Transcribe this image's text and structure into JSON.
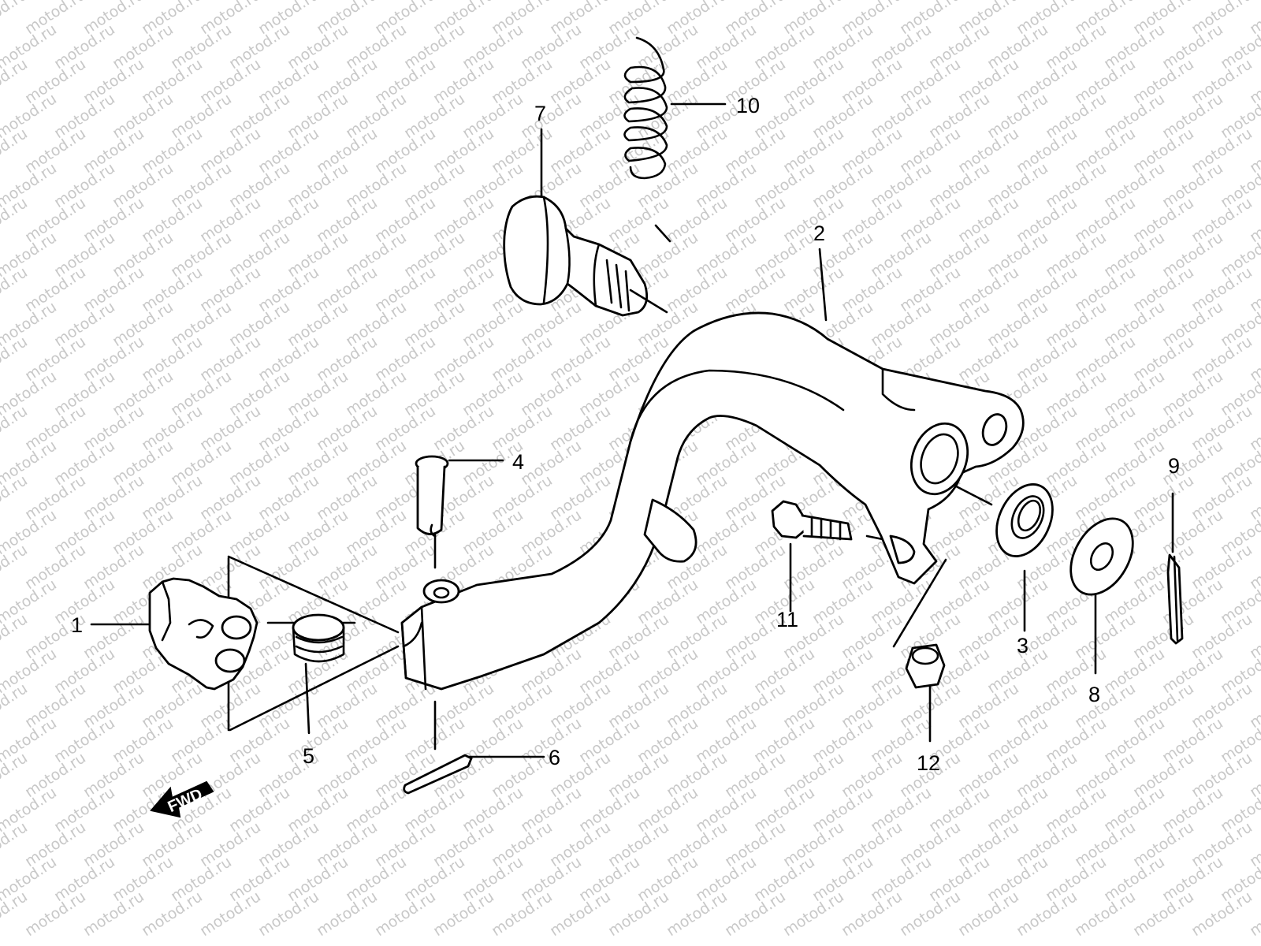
{
  "watermark": {
    "text": "motod.ru",
    "color": "#c8c8c8"
  },
  "direction_marker": {
    "label": "FWD",
    "icon": "left-down-arrow-icon"
  },
  "callouts": [
    {
      "id": "1",
      "label": "1"
    },
    {
      "id": "2",
      "label": "2"
    },
    {
      "id": "3",
      "label": "3"
    },
    {
      "id": "4",
      "label": "4"
    },
    {
      "id": "5",
      "label": "5"
    },
    {
      "id": "6",
      "label": "6"
    },
    {
      "id": "7",
      "label": "7"
    },
    {
      "id": "8",
      "label": "8"
    },
    {
      "id": "9",
      "label": "9"
    },
    {
      "id": "10",
      "label": "10"
    },
    {
      "id": "11",
      "label": "11"
    },
    {
      "id": "12",
      "label": "12"
    }
  ]
}
